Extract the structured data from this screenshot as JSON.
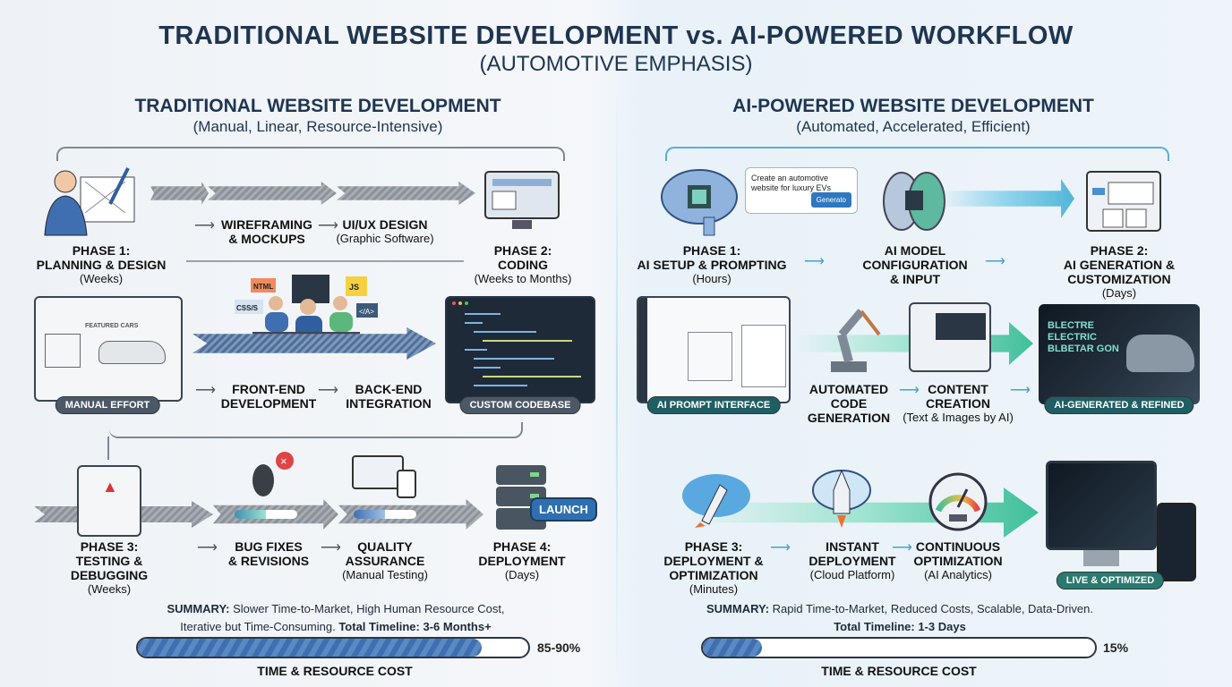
{
  "title": {
    "line1": "TRADITIONAL WEBSITE DEVELOPMENT vs. AI-POWERED  WORKFLOW",
    "line2": "(AUTOMOTIVE EMPHASIS)"
  },
  "traditional": {
    "heading": "TRADITIONAL WEBSITE DEVELOPMENT",
    "subheading": "(Manual, Linear, Resource-Intensive)",
    "phase1": {
      "l1": "PHASE 1:",
      "l2": "PLANNING & DESIGN",
      "l3": "(Weeks)"
    },
    "wireframing": {
      "l1": "WIREFRAMING",
      "l2": "& MOCKUPS"
    },
    "uiux": {
      "l1": "UI/UX DESIGN",
      "l2": "(Graphic Software)"
    },
    "phase2": {
      "l1": "PHASE 2:",
      "l2": "CODING",
      "l3": "(Weeks to Months)"
    },
    "mockup_text": "FEATURED CARS",
    "code_tags": [
      "NTML",
      "CSS/S",
      "JS",
      "</A>"
    ],
    "frontend": {
      "l1": "FRONT-END",
      "l2": "DEVELOPMENT"
    },
    "backend": {
      "l1": "BACK-END",
      "l2": "INTEGRATION"
    },
    "badge_manual": "MANUAL EFFORT",
    "badge_codebase": "CUSTOM CODEBASE",
    "phase3": {
      "l1": "PHASE 3:",
      "l2": "TESTING &",
      "l3": "DEBUGGING",
      "l4": "(Weeks)"
    },
    "bugfixes": {
      "l1": "BUG FIXES",
      "l2": "& REVISIONS"
    },
    "qa": {
      "l1": "QUALITY",
      "l2": "ASSURANCE",
      "l3": "(Manual Testing)"
    },
    "phase4": {
      "l1": "PHASE 4:",
      "l2": "DEPLOYMENT",
      "l3": "(Days)"
    },
    "launch": "LAUNCH",
    "summary": {
      "label": "SUMMARY:",
      "text1": " Slower Time-to-Market, High Human Resource Cost,",
      "text2": "Iterative but Time-Consuming. ",
      "bold2": "Total Timeline: 3-6 Months+"
    },
    "cost": {
      "percent_label": "85-90%",
      "fill_percent": 88,
      "label": "TIME & RESOURCE COST"
    }
  },
  "ai": {
    "heading": "AI-POWERED WEBSITE DEVELOPMENT",
    "subheading": "(Automated, Accelerated, Efficient)",
    "prompt": {
      "text": "Create an automotive website for luxury EVs",
      "button": "Generato"
    },
    "phase1": {
      "l1": "PHASE 1:",
      "l2": "AI SETUP & PROMPTING",
      "l3": "(Hours)"
    },
    "model": {
      "l1": "AI MODEL",
      "l2": "CONFIGURATION",
      "l3": "& INPUT"
    },
    "phase2": {
      "l1": "PHASE 2:",
      "l2": "AI GENERATION &",
      "l3": "CUSTOMIZATION",
      "l4": "(Days)"
    },
    "automated": {
      "l1": "AUTOMATED",
      "l2": "CODE",
      "l3": "GENERATION"
    },
    "content": {
      "l1": "CONTENT",
      "l2": "CREATION",
      "l3": "(Text & Images by AI)"
    },
    "badge_prompt": "AI PROMPT INTERFACE",
    "badge_generated": "AI-GENERATED & REFINED",
    "site_headline": "BLECTRE ELECTRIC BLBETAR GON",
    "phase3": {
      "l1": "PHASE 3:",
      "l2": "DEPLOYMENT &",
      "l3": "OPTIMIZATION",
      "l4": "(Minutes)"
    },
    "instant": {
      "l1": "INSTANT",
      "l2": "DEPLOYMENT",
      "l3": "(Cloud Platform)"
    },
    "continuous": {
      "l1": "CONTINUOUS",
      "l2": "OPTIMIZATION",
      "l3": "(AI Analytics)"
    },
    "badge_live": "LIVE & OPTIMIZED",
    "summary": {
      "label": "SUMMARY:",
      "text1": " Rapid Time-to-Market, Reduced Costs, Scalable, Data-Driven.",
      "bold2": "Total Timeline: 1-3 Days"
    },
    "cost": {
      "percent_label": "15%",
      "fill_percent": 15,
      "label": "TIME & RESOURCE COST"
    }
  },
  "colors": {
    "title": "#1f3550",
    "accent_blue": "#3f6fb0",
    "accent_teal": "#3fbf9a",
    "glow": "#52b6d8"
  }
}
